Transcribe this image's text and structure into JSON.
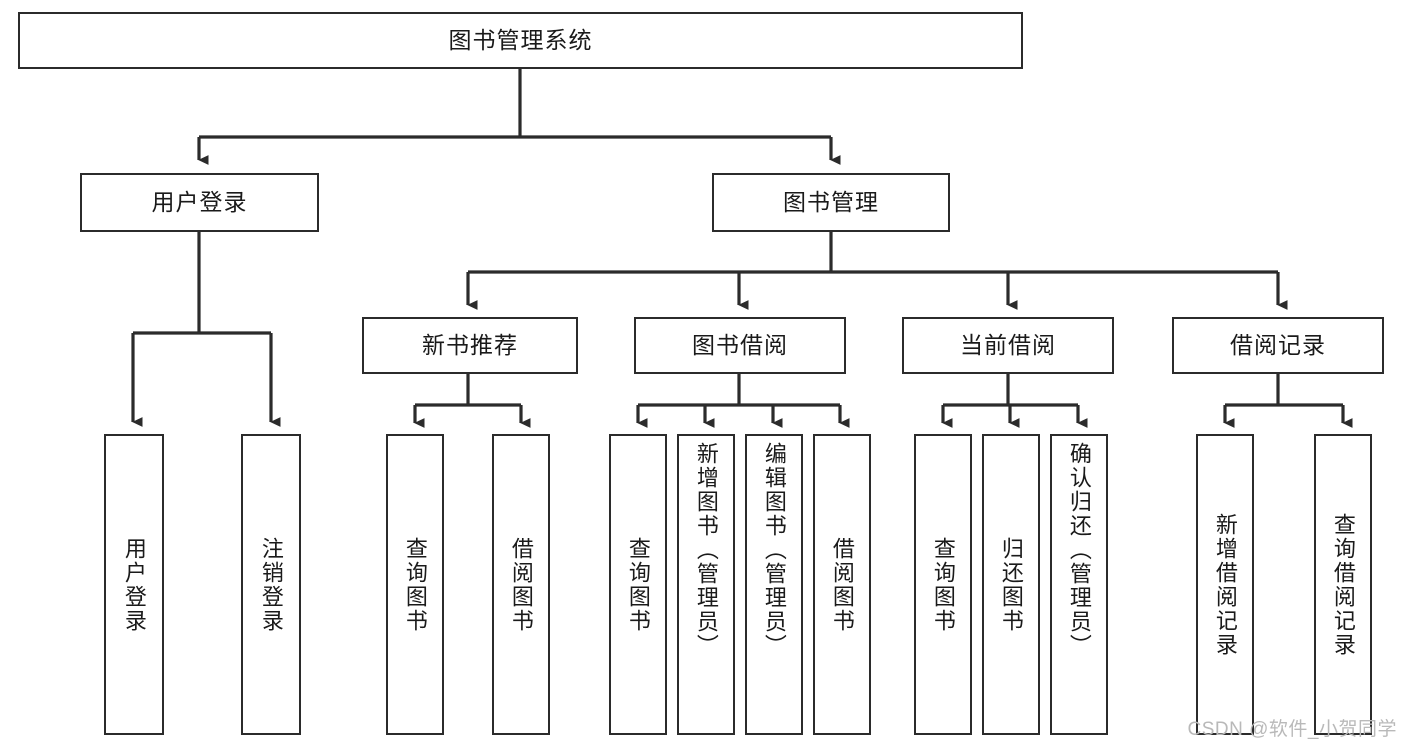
{
  "diagram": {
    "title": "图书管理系统",
    "type": "tree-hierarchy",
    "watermark": "CSDN @软件_小贺同学",
    "colors": {
      "background": "#ffffff",
      "box_fill": "#ffffff",
      "box_border": "#2b2b2b",
      "connector": "#2b2b2b",
      "watermark_text": "#b9b9b9"
    },
    "root": {
      "label": "图书管理系统"
    },
    "level2": [
      {
        "id": "user-login",
        "label": "用户登录"
      },
      {
        "id": "book-manage",
        "label": "图书管理"
      }
    ],
    "level3": [
      {
        "id": "new-book-rec",
        "label": "新书推荐"
      },
      {
        "id": "book-borrow",
        "label": "图书借阅"
      },
      {
        "id": "current-borrow",
        "label": "当前借阅"
      },
      {
        "id": "borrow-record",
        "label": "借阅记录"
      }
    ],
    "leaves": {
      "user_login": [
        {
          "id": "leaf-user-login",
          "label": "用户登录"
        },
        {
          "id": "leaf-logout",
          "label": "注销登录"
        }
      ],
      "new_book_rec": [
        {
          "id": "leaf-query-book-1",
          "label": "查询图书"
        },
        {
          "id": "leaf-borrow-book-1",
          "label": "借阅图书"
        }
      ],
      "book_borrow": [
        {
          "id": "leaf-query-book-2",
          "label": "查询图书"
        },
        {
          "id": "leaf-add-book",
          "label": "新增图书（管理员）"
        },
        {
          "id": "leaf-edit-book",
          "label": "编辑图书（管理员）"
        },
        {
          "id": "leaf-borrow-book-2",
          "label": "借阅图书"
        }
      ],
      "current_borrow": [
        {
          "id": "leaf-query-book-3",
          "label": "查询图书"
        },
        {
          "id": "leaf-return-book",
          "label": "归还图书"
        },
        {
          "id": "leaf-confirm-return",
          "label": "确认归还（管理员）"
        }
      ],
      "borrow_record": [
        {
          "id": "leaf-add-record",
          "label": "新增借阅记录"
        },
        {
          "id": "leaf-query-record",
          "label": "查询借阅记录"
        }
      ]
    }
  }
}
